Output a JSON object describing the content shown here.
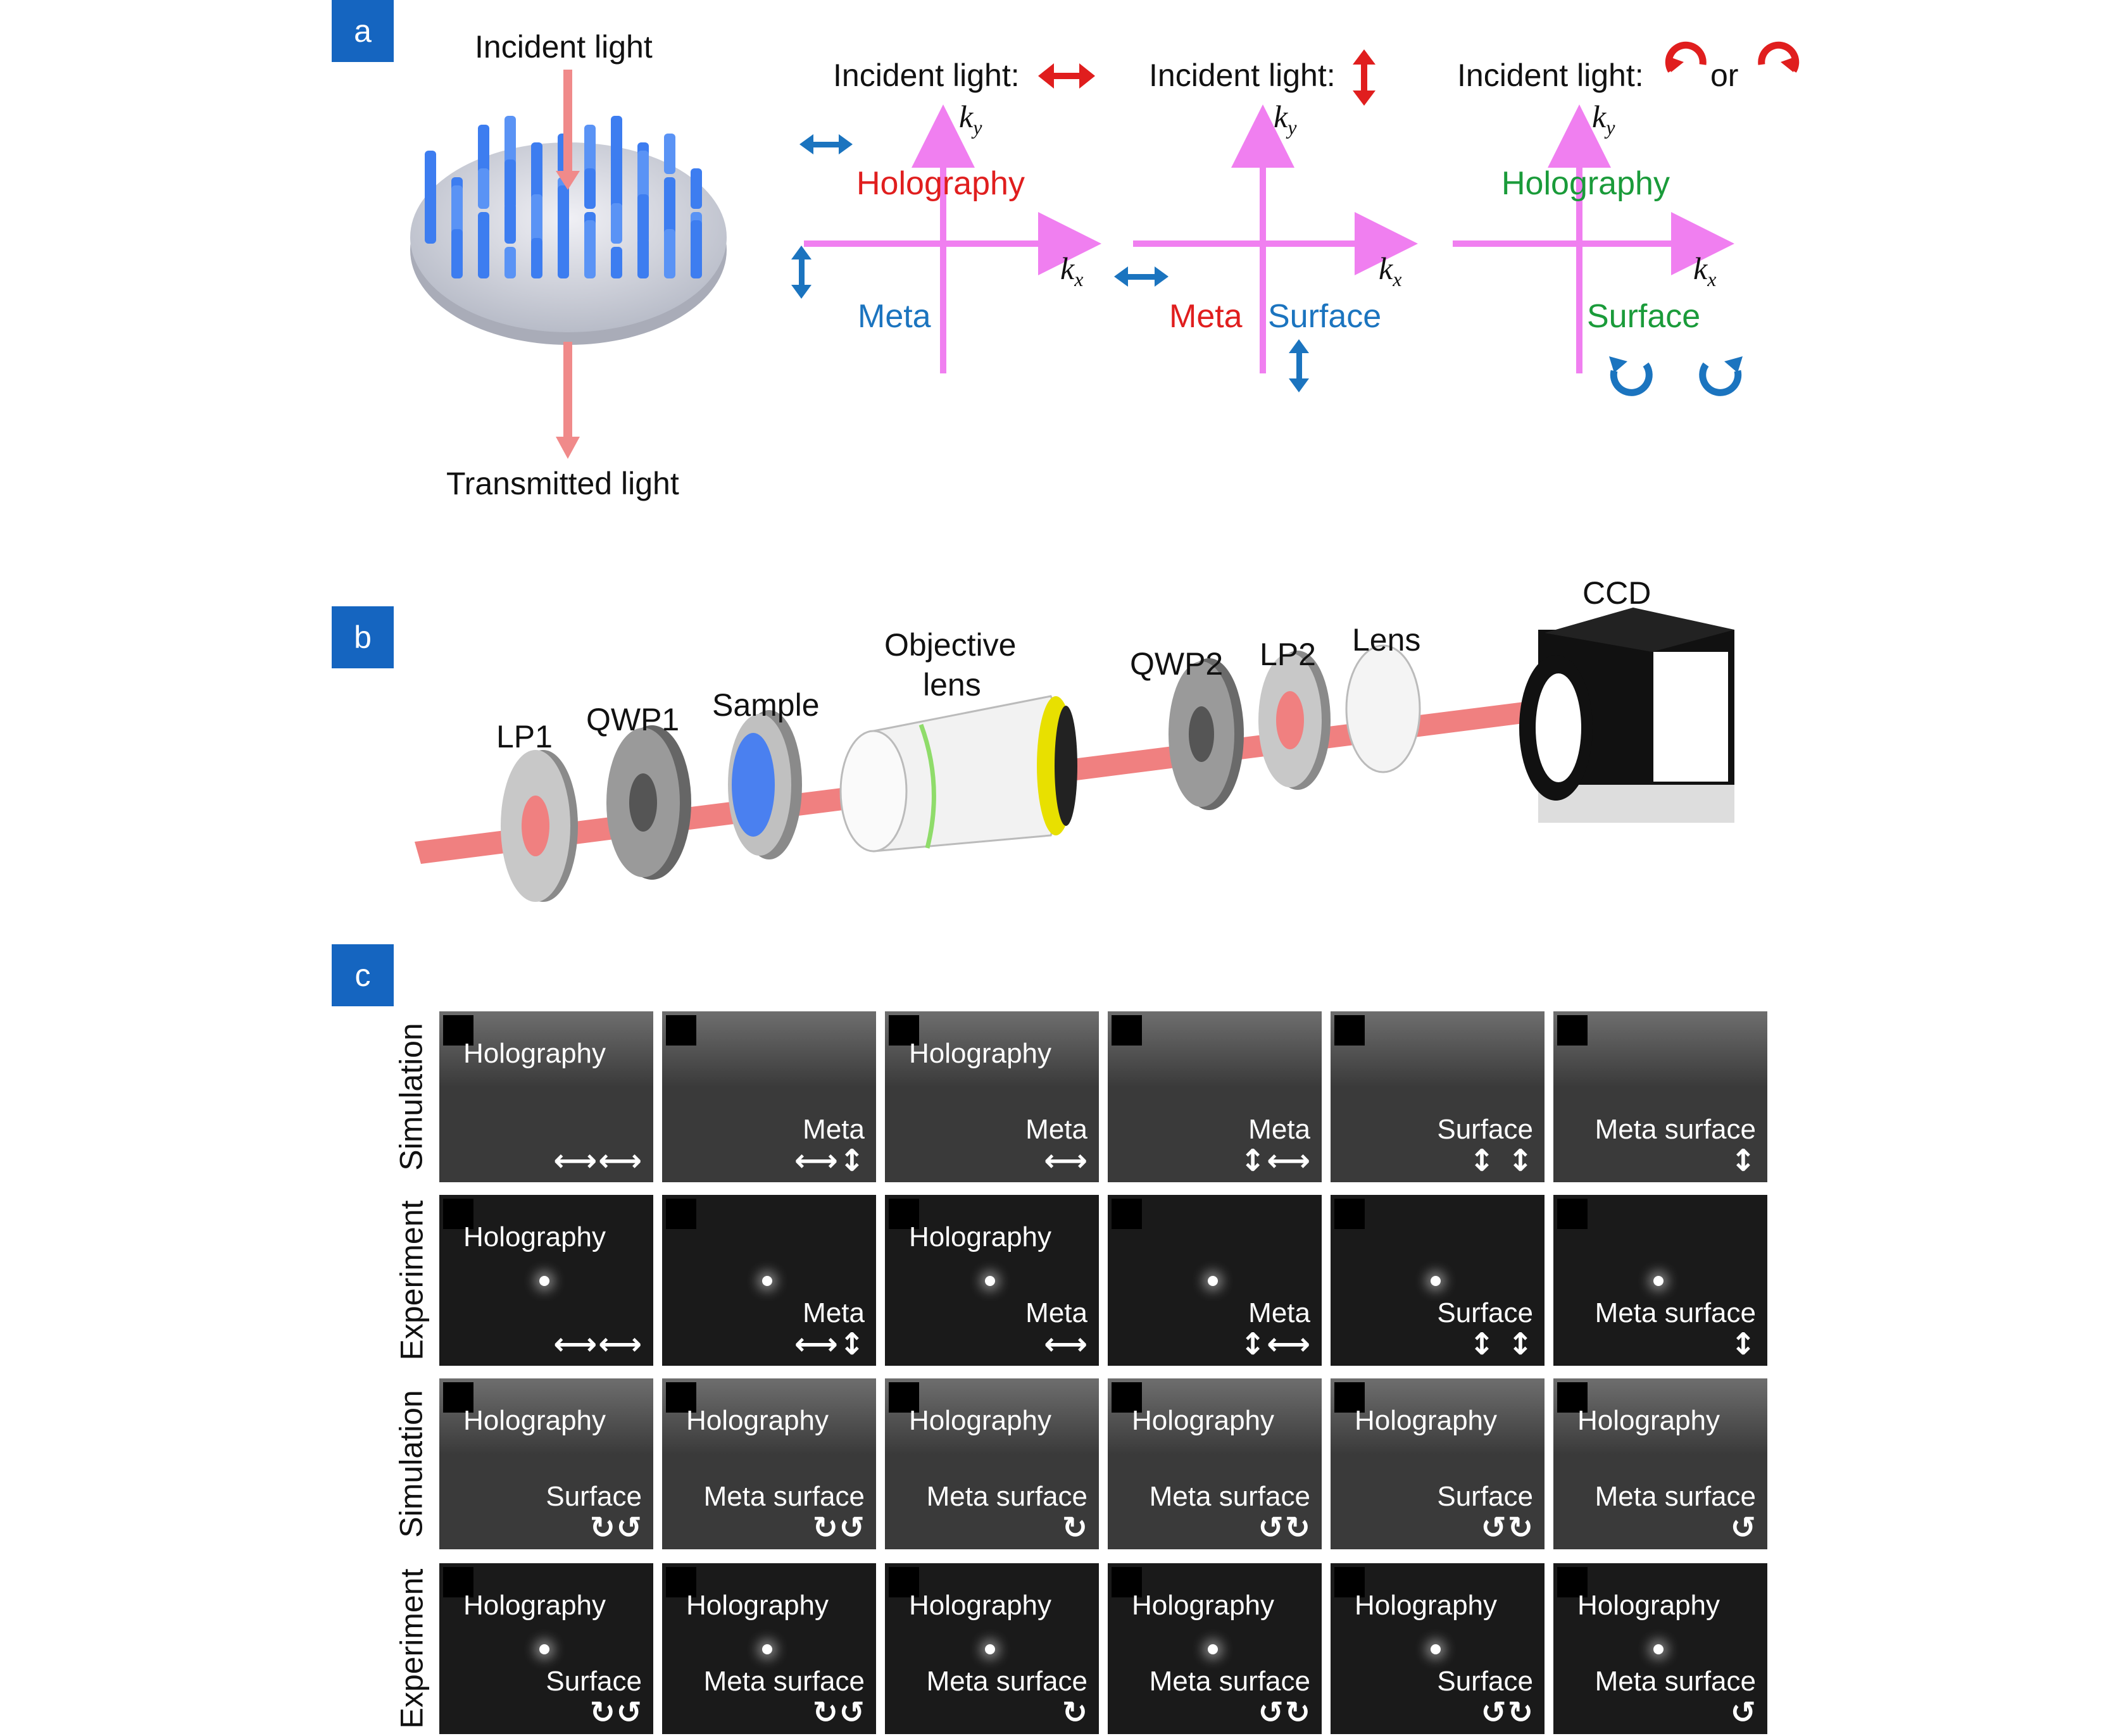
{
  "panels": {
    "a": "a",
    "b": "b",
    "c": "c"
  },
  "panel_a": {
    "incident_light": "Incident light",
    "transmitted_light": "Transmitted light",
    "diagrams": [
      {
        "header": "Incident light:",
        "header_suffix": "",
        "upper": "Holography",
        "lower_left": "Meta",
        "lower_right": "",
        "kx": "k",
        "kx_sub": "x",
        "ky": "k",
        "ky_sub": "y"
      },
      {
        "header": "Incident light:",
        "header_suffix": "",
        "upper": "",
        "lower_left": "Meta",
        "lower_right": "Surface",
        "kx": "k",
        "kx_sub": "x",
        "ky": "k",
        "ky_sub": "y"
      },
      {
        "header": "Incident light:",
        "header_suffix": "or",
        "upper": "Holography",
        "lower_left": "",
        "lower_right": "Surface",
        "kx": "k",
        "kx_sub": "x",
        "ky": "k",
        "ky_sub": "y"
      }
    ],
    "colors": {
      "red": "#e01e1e",
      "blue": "#1b74bf",
      "green": "#1a9b3a",
      "axis": "#f07ff0",
      "pillar": "#3d7df0"
    }
  },
  "panel_b": {
    "lp1": "LP1",
    "qwp1": "QWP1",
    "sample": "Sample",
    "objective_line1": "Objective",
    "objective_line2": "lens",
    "qwp2": "QWP2",
    "lp2": "LP2",
    "lens": "Lens",
    "ccd": "CCD",
    "beam_color": "#f08080"
  },
  "panel_c": {
    "row_labels": [
      "Simulation",
      "Experiment",
      "Simulation",
      "Experiment"
    ],
    "rows": [
      [
        {
          "top": "Holography",
          "bottom": "",
          "sym": "⟷⟷"
        },
        {
          "top": "",
          "bottom": "Meta",
          "sym": "⟷↕"
        },
        {
          "top": "Holography",
          "bottom": "Meta",
          "sym": "⟷"
        },
        {
          "top": "",
          "bottom": "Meta",
          "sym": "↕⟷"
        },
        {
          "top": "",
          "bottom": "Surface",
          "sym": "↕ ↕"
        },
        {
          "top": "",
          "bottom": "Meta surface",
          "sym": "↕"
        }
      ],
      [
        {
          "top": "Holography",
          "bottom": "",
          "sym": "⟷⟷"
        },
        {
          "top": "",
          "bottom": "Meta",
          "sym": "⟷↕"
        },
        {
          "top": "Holography",
          "bottom": "Meta",
          "sym": "⟷"
        },
        {
          "top": "",
          "bottom": "Meta",
          "sym": "↕⟷"
        },
        {
          "top": "",
          "bottom": "Surface",
          "sym": "↕ ↕"
        },
        {
          "top": "",
          "bottom": "Meta surface",
          "sym": "↕"
        }
      ],
      [
        {
          "top": "Holography",
          "bottom": "Surface",
          "sym": "↻↺"
        },
        {
          "top": "Holography",
          "bottom": "Meta surface",
          "sym": "↻↺"
        },
        {
          "top": "Holography",
          "bottom": "Meta surface",
          "sym": "↻"
        },
        {
          "top": "Holography",
          "bottom": "Meta surface",
          "sym": "↺↻"
        },
        {
          "top": "Holography",
          "bottom": "Surface",
          "sym": "↺↻"
        },
        {
          "top": "Holography",
          "bottom": "Meta surface",
          "sym": "↺"
        }
      ],
      [
        {
          "top": "Holography",
          "bottom": "Surface",
          "sym": "↻↺"
        },
        {
          "top": "Holography",
          "bottom": "Meta surface",
          "sym": "↻↺"
        },
        {
          "top": "Holography",
          "bottom": "Meta surface",
          "sym": "↻"
        },
        {
          "top": "Holography",
          "bottom": "Meta surface",
          "sym": "↺↻"
        },
        {
          "top": "Holography",
          "bottom": "Surface",
          "sym": "↺↻"
        },
        {
          "top": "Holography",
          "bottom": "Meta surface",
          "sym": "↺"
        }
      ]
    ]
  }
}
